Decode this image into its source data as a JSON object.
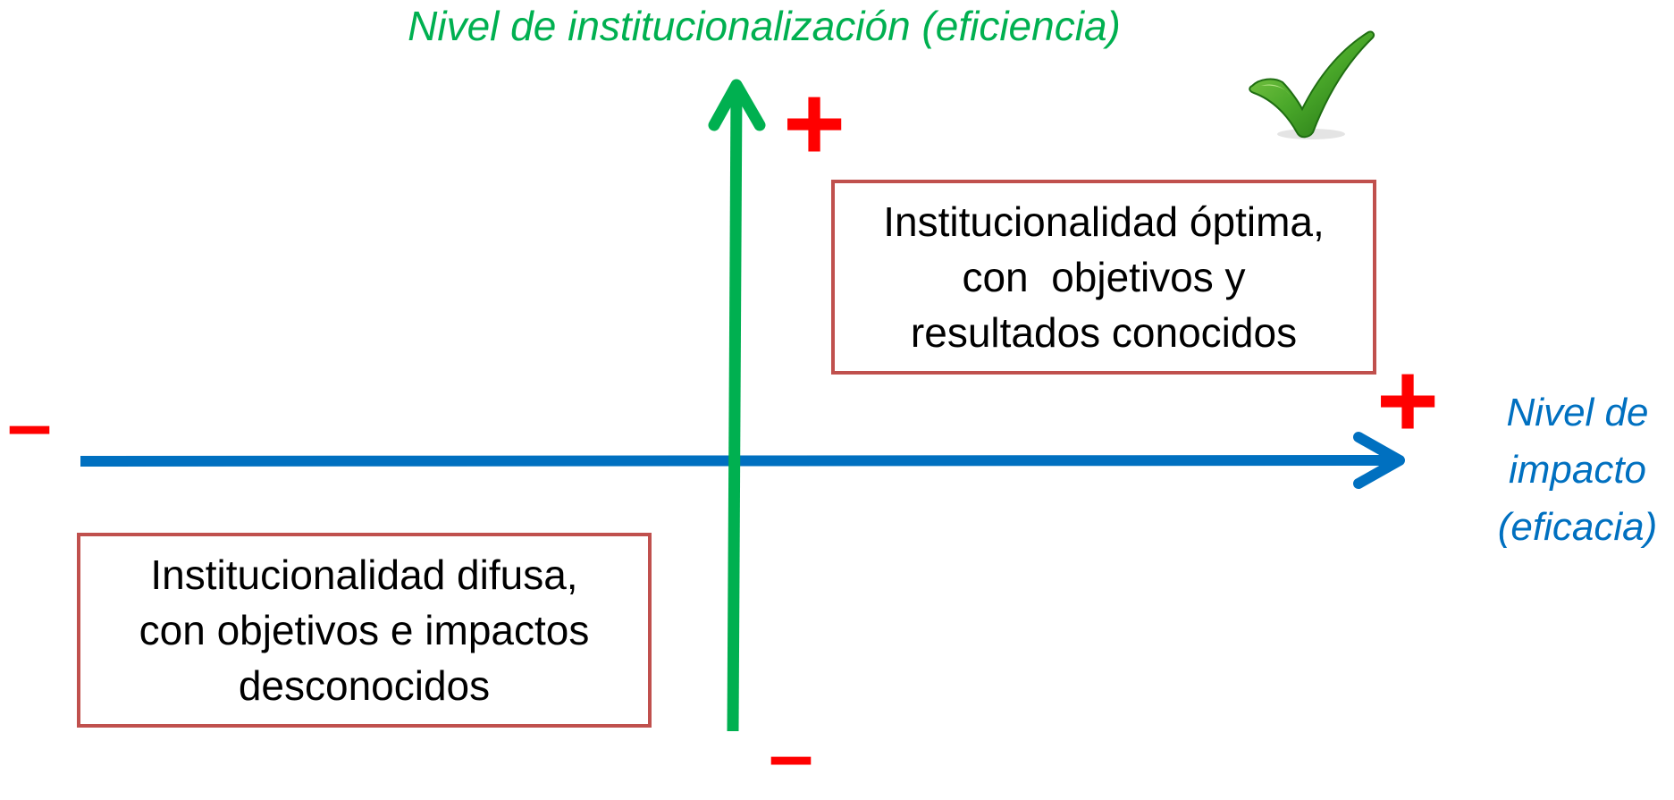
{
  "y_axis": {
    "title": "Nivel de institucionalización (eficiencia)",
    "positive_sign": "+",
    "negative_sign": "–",
    "color": "#00b050"
  },
  "x_axis": {
    "title_lines": [
      "Nivel de",
      "impacto",
      "(eficacia)"
    ],
    "positive_sign": "+",
    "negative_sign": "–",
    "color": "#0070c0"
  },
  "quadrants": {
    "top_right": {
      "lines": [
        "Institucionalidad óptima,",
        "con  objetivos y",
        "resultados conocidos"
      ]
    },
    "bottom_left": {
      "lines": [
        "Institucionalidad difusa,",
        "con objetivos e impactos",
        "desconocidos"
      ]
    }
  },
  "checkmark_icon": "check-icon",
  "colors": {
    "sign": "#ff0000",
    "box_border": "#c0504d",
    "checkmark": "#3a9d1f"
  }
}
